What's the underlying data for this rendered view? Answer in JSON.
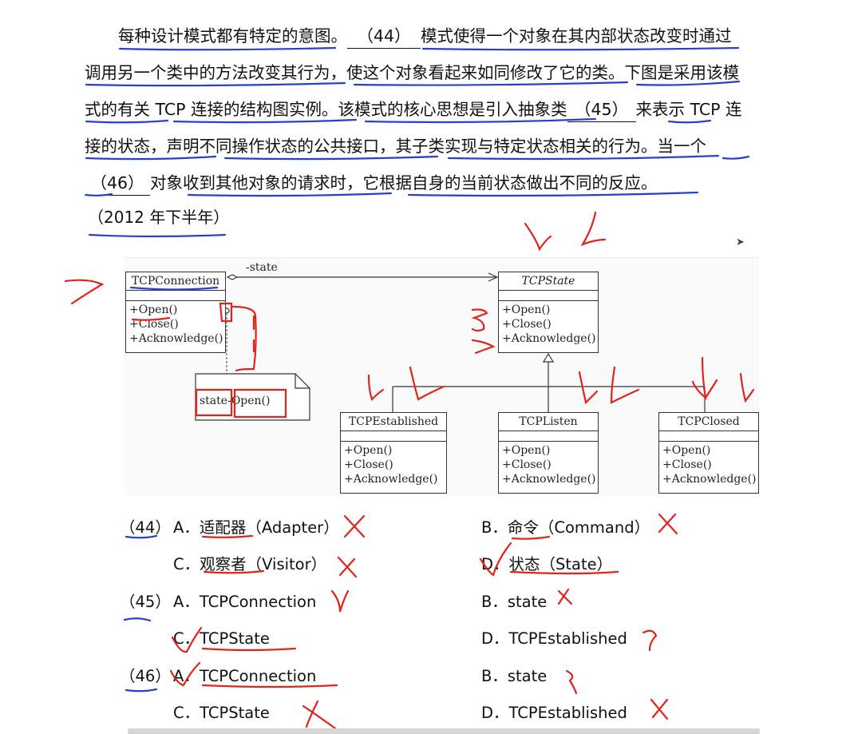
{
  "paragraph": {
    "seg1": "每种设计模式都有特定的意图。",
    "blank44": "（44）",
    "seg2": "模式使得一个对象在其内部状态改变时通过调用另一个类中的方法改变其行为，使这个对象看起来如同修改了它的类。下图是采用该模式的有关 TCP 连接的结构图实例。该模式的核心思想是引入抽象类",
    "blank45": "（45）",
    "seg3": "来表示 TCP 连接的状态，声明不同操作状态的公共接口，其子类实现与特定状态相关的行为。当一个",
    "blank46": "（46）",
    "seg4": "对象收到其他对象的请求时，它根据自身的当前状态做出不同的反应。"
  },
  "year": "（2012 年下半年）",
  "diagram": {
    "state_label": "-state",
    "tcp_connection": {
      "name": "TCPConnection",
      "ops": [
        "+Open()",
        "+Close()",
        "+Acknowledge()"
      ]
    },
    "tcp_state": {
      "name": "TCPState",
      "ops": [
        "+Open()",
        "+Close()",
        "+Acknowledge()"
      ]
    },
    "note": {
      "left": "state-",
      "right": "Open()"
    },
    "tcp_established": {
      "name": "TCPEstablished",
      "ops": [
        "+Open()",
        "+Close()",
        "+Acknowledge()"
      ]
    },
    "tcp_listen": {
      "name": "TCPListen",
      "ops": [
        "+Open()",
        "+Close()",
        "+Acknowledge()"
      ]
    },
    "tcp_closed": {
      "name": "TCPClosed",
      "ops": [
        "+Open()",
        "+Close()",
        "+Acknowledge()"
      ]
    }
  },
  "questions": {
    "q44": {
      "no": "（44）",
      "a": "A．适配器（Adapter）",
      "b": "B．命令（Command）",
      "c": "C．观察者（Visitor）",
      "d": "D．状态（State）"
    },
    "q45": {
      "no": "（45）",
      "a": "A．TCPConnection",
      "b": "B．state",
      "c": "C．TCPState",
      "d": "D．TCPEstablished"
    },
    "q46": {
      "no": "（46）",
      "a": "A．TCPConnection",
      "b": "B．state",
      "c": "C．TCPState",
      "d": "D．TCPEstablished"
    }
  },
  "colors": {
    "blue_ink": "#2a3fd0",
    "red_ink": "#e2231a",
    "text": "#111111"
  }
}
